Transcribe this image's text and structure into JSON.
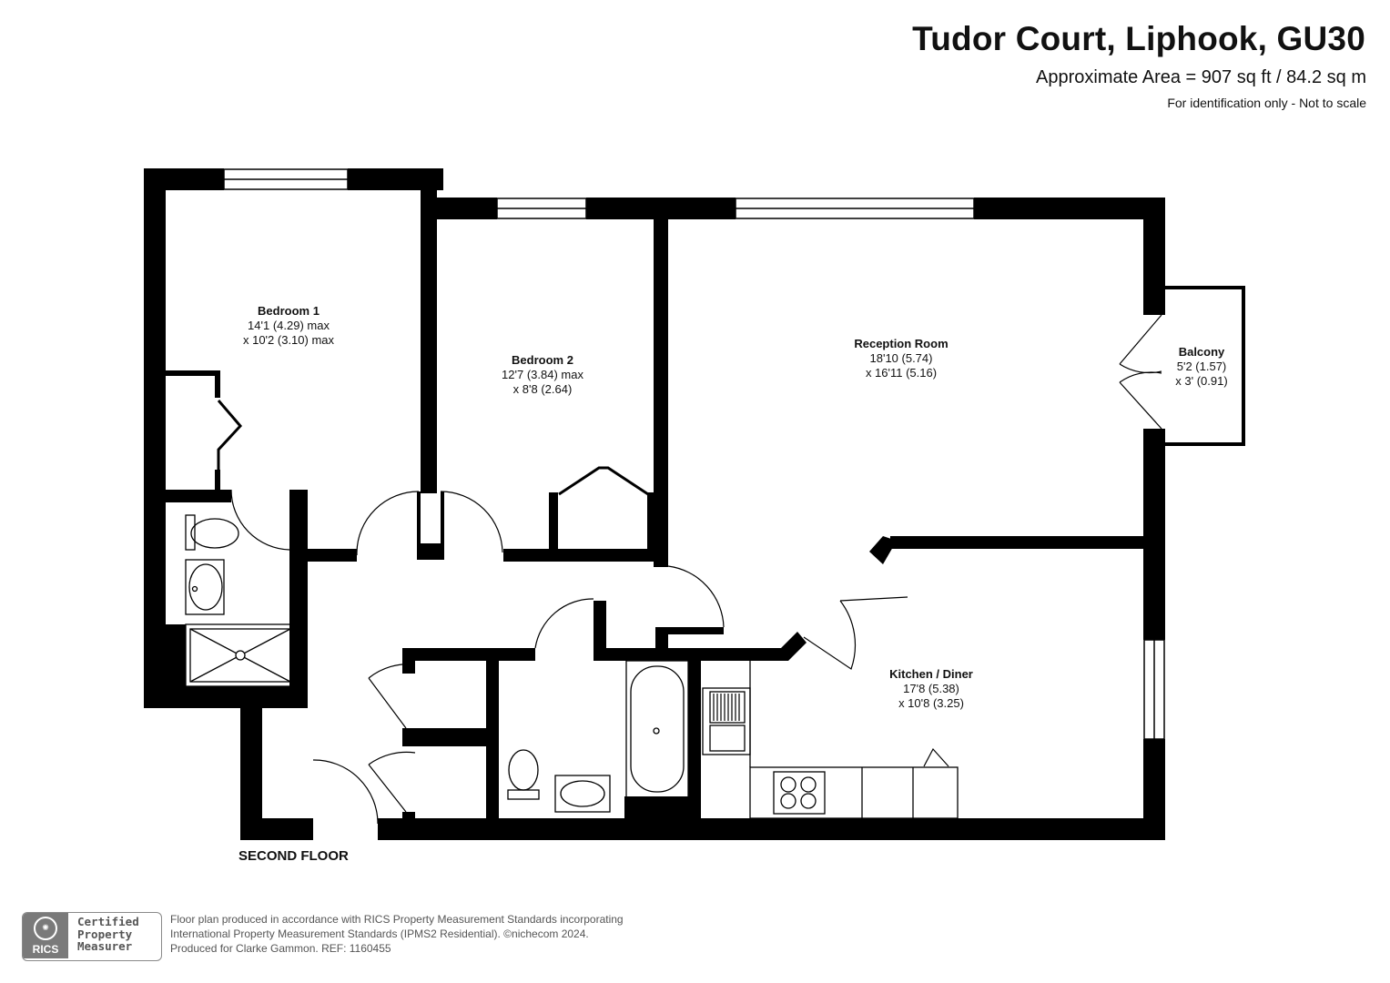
{
  "header": {
    "title": "Tudor Court, Liphook, GU30",
    "area": "Approximate Area = 907 sq ft / 84.2 sq m",
    "note": "For identification only - Not to scale"
  },
  "rooms": {
    "bedroom1": {
      "name": "Bedroom 1",
      "dim1": "14'1 (4.29) max",
      "dim2": "x 10'2 (3.10) max"
    },
    "bedroom2": {
      "name": "Bedroom 2",
      "dim1": "12'7 (3.84) max",
      "dim2": "x 8'8 (2.64)"
    },
    "reception": {
      "name": "Reception Room",
      "dim1": "18'10 (5.74)",
      "dim2": "x 16'11 (5.16)"
    },
    "balcony": {
      "name": "Balcony",
      "dim1": "5'2 (1.57)",
      "dim2": "x 3' (0.91)"
    },
    "kitchen": {
      "name": "Kitchen / Diner",
      "dim1": "17'8 (5.38)",
      "dim2": "x 10'8 (3.25)"
    }
  },
  "floor_label": "SECOND FLOOR",
  "badge": {
    "logo_text": "RICS",
    "line1": "Certified",
    "line2": "Property",
    "line3": "Measurer"
  },
  "footer": {
    "line1": "Floor plan produced in accordance with RICS Property Measurement Standards incorporating",
    "line2": "International Property Measurement Standards (IPMS2 Residential).  ©nichecom 2024.",
    "line3": "Produced for Clarke Gammon.   REF:  1160455"
  },
  "colors": {
    "wall": "#000000",
    "background": "#ffffff",
    "text": "#111111"
  }
}
